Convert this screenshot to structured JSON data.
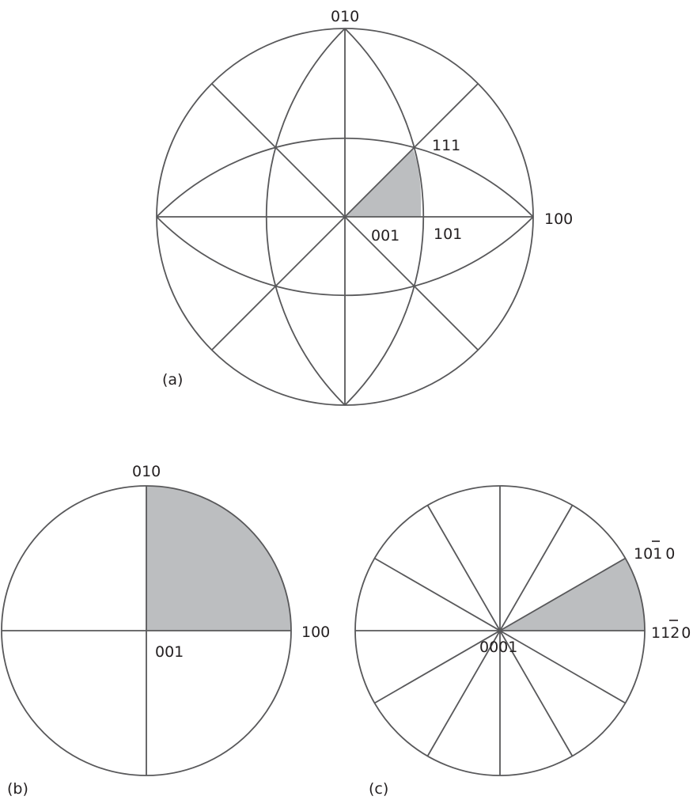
{
  "panel_a": {
    "tag": "(a)",
    "labels": {
      "top": "010",
      "right": "100",
      "center": "001",
      "p101": "101",
      "p111": "111"
    }
  },
  "panel_b": {
    "tag": "(b)",
    "labels": {
      "top": "010",
      "right": "100",
      "center": "001"
    }
  },
  "panel_c": {
    "tag": "(c)",
    "labels": {
      "center": "0001",
      "p1010_parts": [
        "10",
        "1",
        "0"
      ],
      "p1120_parts": [
        "11",
        "2",
        "0"
      ]
    }
  }
}
